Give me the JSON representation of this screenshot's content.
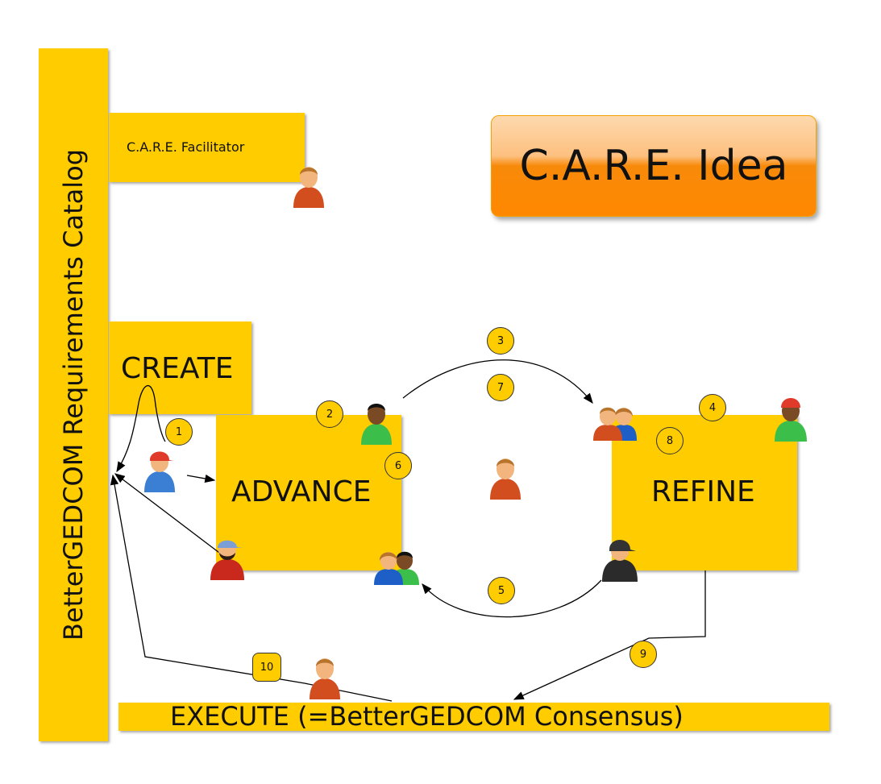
{
  "catalog": {
    "label": "BetterGEDCOM Requirements Catalog"
  },
  "facilitator": {
    "label": "C.A.R.E. Facilitator"
  },
  "idea": {
    "label": "C.A.R.E. Idea"
  },
  "create": {
    "label": "CREATE"
  },
  "advance": {
    "label": "ADVANCE"
  },
  "refine": {
    "label": "REFINE"
  },
  "execute": {
    "label": "EXECUTE (=BetterGEDCOM Consensus)"
  },
  "badges": [
    "1",
    "2",
    "3",
    "4",
    "5",
    "6",
    "7",
    "8",
    "9",
    "10"
  ],
  "people": {
    "facilitator": [
      "person-icon"
    ],
    "center": [
      "person-icon"
    ],
    "execute": [
      "person-icon"
    ],
    "create": [
      "person-icon"
    ],
    "creator_bearded": [
      "person-icon"
    ],
    "advance_top": [
      "person-icon"
    ],
    "advance_group": [
      "group-icon"
    ],
    "refine_group": [
      "group-icon"
    ],
    "refine_top": [
      "person-icon"
    ],
    "refine_hooded": [
      "person-icon"
    ]
  },
  "colors": {
    "box": "#FFCC00",
    "idea_top": "#FDC07F",
    "idea_bottom": "#FF8800"
  }
}
